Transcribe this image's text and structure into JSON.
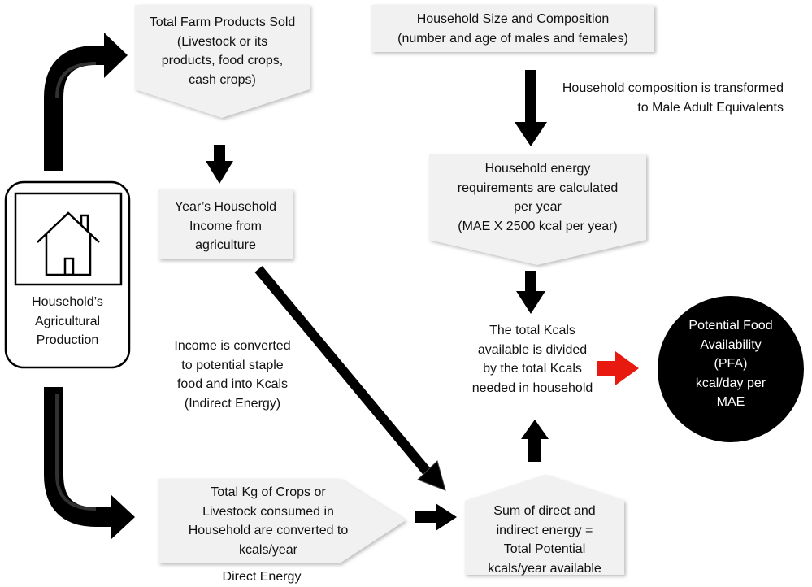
{
  "diagram": {
    "colors": {
      "box_fill": "#f1f1f1",
      "box_shadow": "#c8c8c8",
      "arrow": "#000000",
      "accent_arrow": "#e8190f",
      "circle": "#000000",
      "circle_text": "#ffffff"
    },
    "household_panel": {
      "icon": "house-icon",
      "label": "Household’s\nAgricultural\nProduction"
    },
    "farm_products": {
      "text": "Total Farm Products Sold\n(Livestock or its\nproducts, food crops,\ncash crops)"
    },
    "household_income": {
      "text": "Year’s Household\nIncome from\nagriculture"
    },
    "income_conversion": {
      "text": "Income is converted\nto potential staple\nfood  and into Kcals\n(Indirect Energy)"
    },
    "crops_consumed": {
      "text": "Total Kg of Crops or\nLivestock consumed  in\nHousehold  are converted to\nkcals/year"
    },
    "direct_energy": {
      "text": "Direct Energy"
    },
    "sum_energy": {
      "text": "Sum of direct and\nindirect energy =\nTotal Potential\nkcals/year available"
    },
    "household_size": {
      "text": "Household Size and Composition\n(number and age of males and females)"
    },
    "mae_transform": {
      "text": "Household composition is transformed\nto Male Adult Equivalents"
    },
    "energy_requirements": {
      "text": "Household energy\nrequirements are calculated\nper year\n(MAE X 2500 kcal per year)"
    },
    "total_kcals_divided": {
      "text": "The total Kcals\navailable is divided\nby the total Kcals\nneeded in household"
    },
    "pfa": {
      "text": "Potential Food\nAvailability\n(PFA)\nkcal/day per\nMAE"
    }
  }
}
